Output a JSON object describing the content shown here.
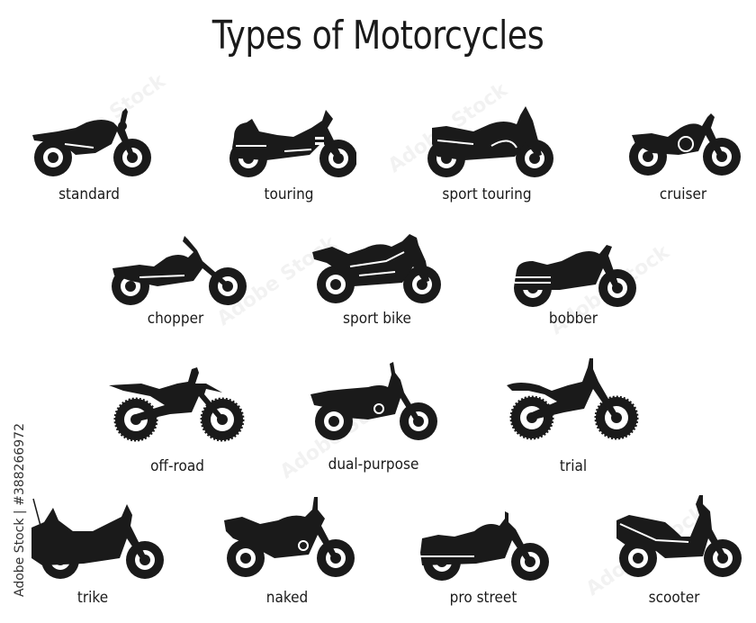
{
  "title": "Types of Motorcycles",
  "watermark": "Adobe Stock | #388266972",
  "colors": {
    "silhouette": "#1a1a1a",
    "background": "#ffffff"
  },
  "rows": [
    {
      "items": [
        {
          "label": "standard",
          "icon": "standard-motorcycle-icon"
        },
        {
          "label": "touring",
          "icon": "touring-motorcycle-icon"
        },
        {
          "label": "sport touring",
          "icon": "sport-touring-motorcycle-icon"
        },
        {
          "label": "cruiser",
          "icon": "cruiser-motorcycle-icon"
        }
      ]
    },
    {
      "items": [
        {
          "label": "chopper",
          "icon": "chopper-motorcycle-icon"
        },
        {
          "label": "sport bike",
          "icon": "sport-bike-motorcycle-icon"
        },
        {
          "label": "bobber",
          "icon": "bobber-motorcycle-icon"
        }
      ]
    },
    {
      "items": [
        {
          "label": "off-road",
          "icon": "off-road-motorcycle-icon"
        },
        {
          "label": "dual-purpose",
          "icon": "dual-purpose-motorcycle-icon"
        },
        {
          "label": "trial",
          "icon": "trial-motorcycle-icon"
        }
      ]
    },
    {
      "items": [
        {
          "label": "trike",
          "icon": "trike-motorcycle-icon"
        },
        {
          "label": "naked",
          "icon": "naked-motorcycle-icon"
        },
        {
          "label": "pro street",
          "icon": "pro-street-motorcycle-icon"
        },
        {
          "label": "scooter",
          "icon": "scooter-icon"
        }
      ]
    }
  ]
}
